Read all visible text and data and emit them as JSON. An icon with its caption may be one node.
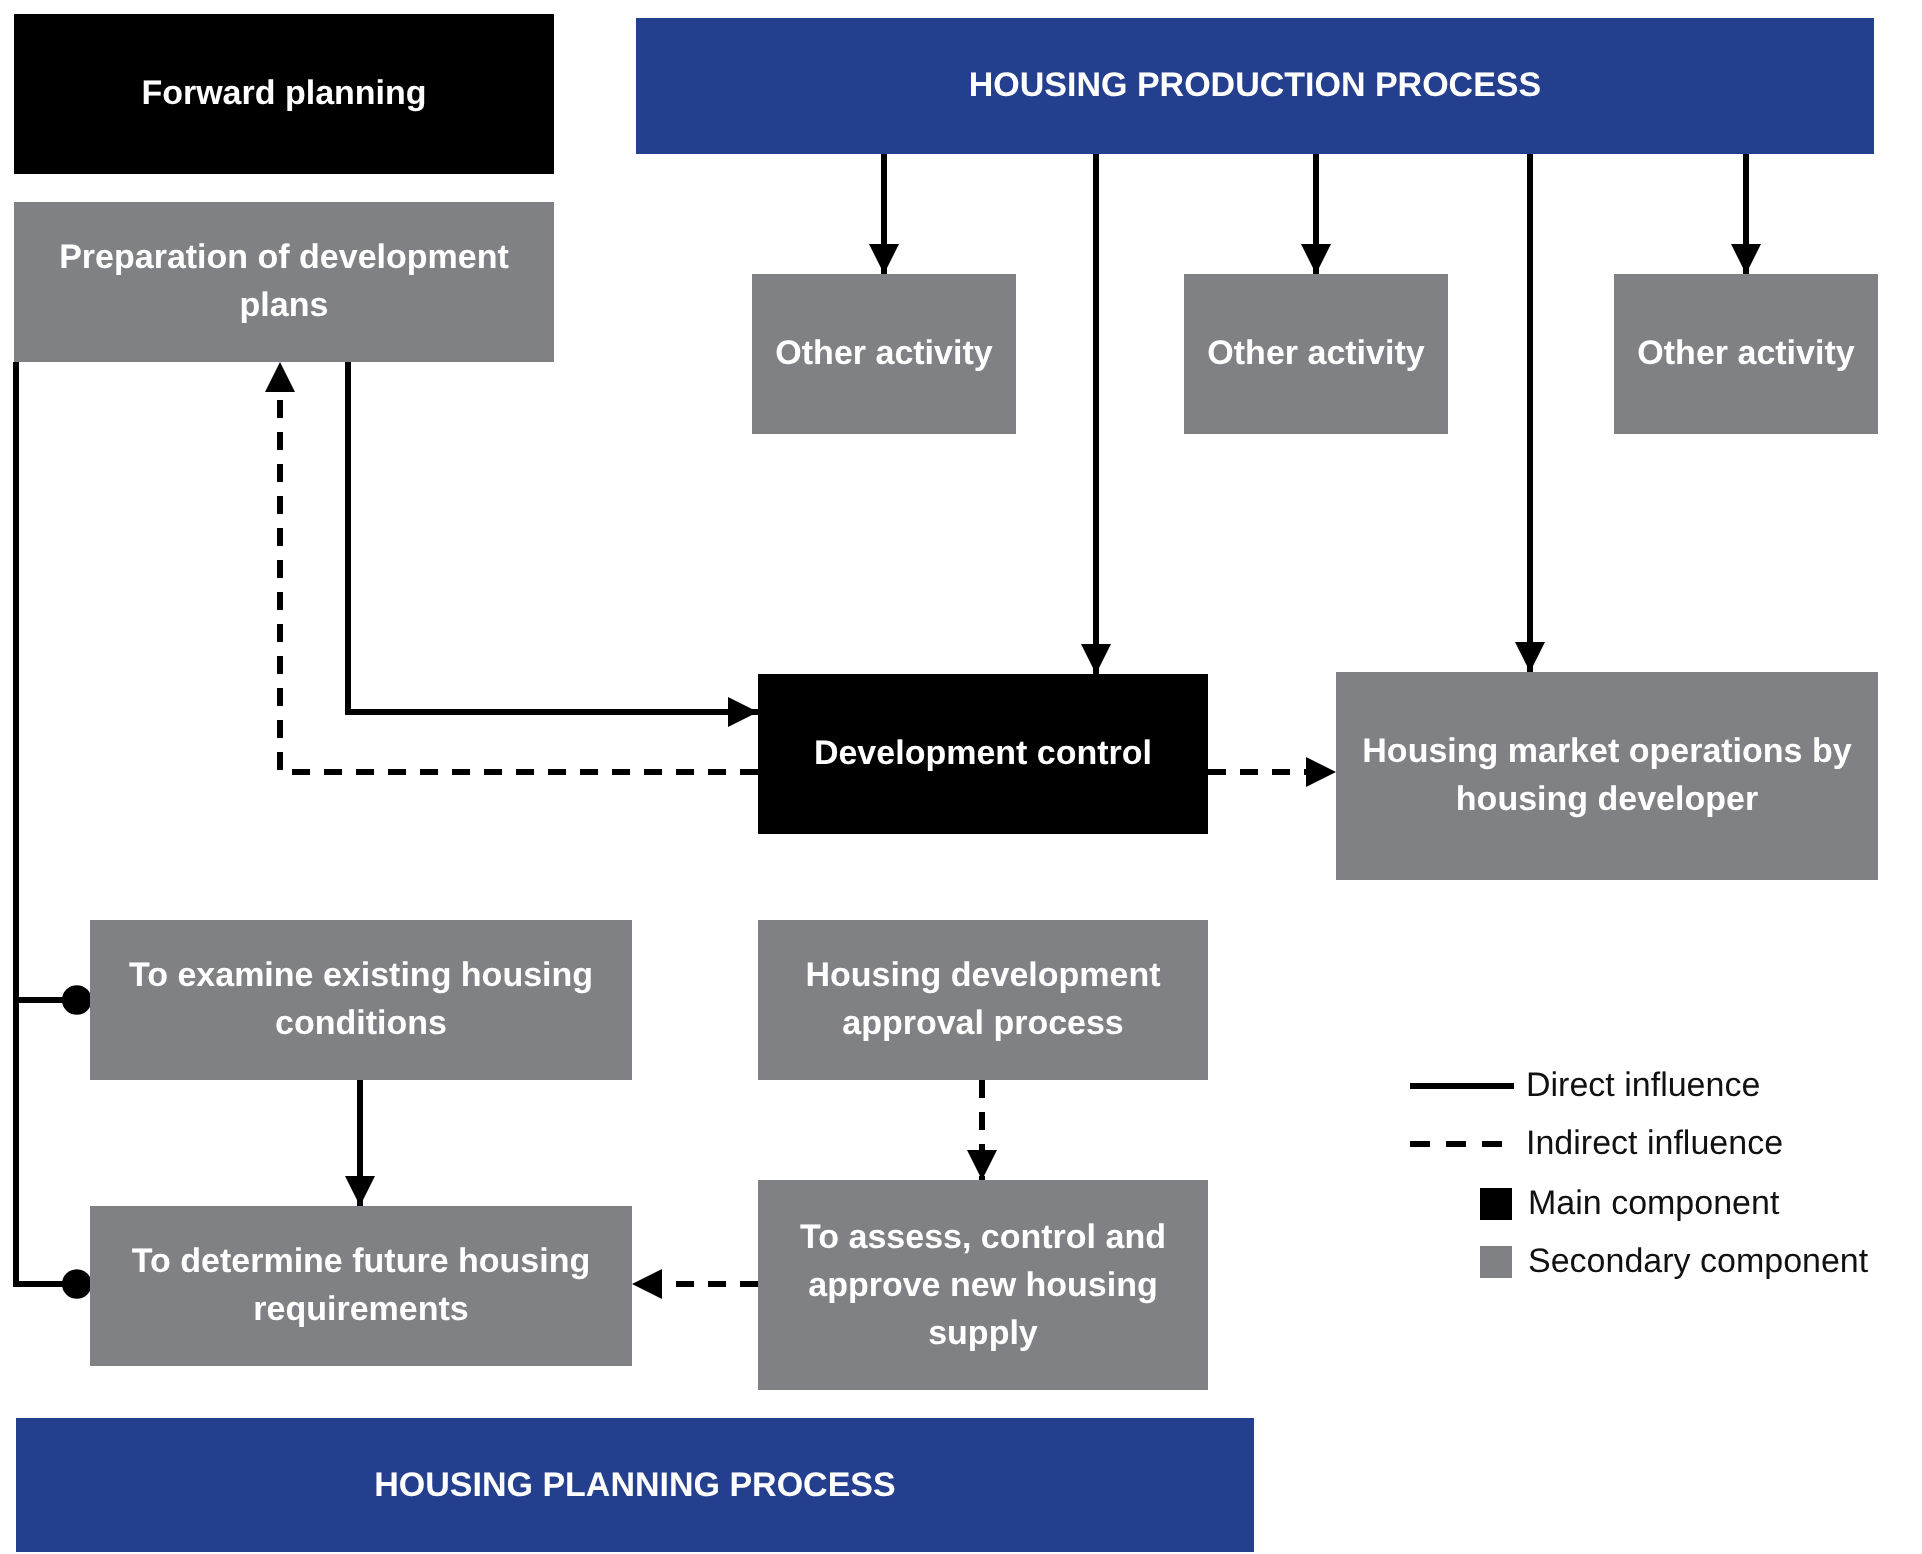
{
  "diagram": {
    "nodes": [
      {
        "text": [
          "Forward planning"
        ]
      },
      {
        "text": [
          "HOUSING PRODUCTION PROCESS"
        ]
      },
      {
        "text": [
          "Preparation of development plans"
        ]
      },
      {
        "text": [
          "Other activity"
        ]
      },
      {
        "text": [
          "Other activity"
        ]
      },
      {
        "text": [
          "Other activity"
        ]
      },
      {
        "text": [
          "Development control"
        ]
      },
      {
        "text": [
          "Housing market operations by housing developer"
        ]
      },
      {
        "text": [
          "To examine existing housing conditions"
        ]
      },
      {
        "text": [
          "Housing development approval process"
        ]
      },
      {
        "text": [
          "To determine future housing requirements"
        ]
      },
      {
        "text": [
          "To assess, control and approve new housing supply"
        ]
      },
      {
        "text": [
          "HOUSING PLANNING PROCESS"
        ]
      }
    ],
    "edges": [
      {
        "from": 1,
        "to": 3,
        "arrow": "to"
      },
      {
        "from": 1,
        "to": 4,
        "arrow": "to"
      },
      {
        "from": 1,
        "to": 5,
        "arrow": "to"
      },
      {
        "from": 1,
        "to": 6,
        "arrow": "to"
      },
      {
        "from": 1,
        "to": 7,
        "arrow": "to"
      },
      {
        "from": 2,
        "to": 6,
        "arrow": "to"
      },
      {
        "from": 6,
        "to": 2,
        "arrow": "to",
        "style": "dashed"
      },
      {
        "from": 6,
        "to": 7,
        "arrow": "to",
        "style": "dashed"
      },
      {
        "from": 8,
        "to": 10,
        "arrow": "to"
      },
      {
        "from": 9,
        "to": 11,
        "arrow": "to",
        "style": "dashed"
      },
      {
        "from": 11,
        "to": 10,
        "arrow": "to",
        "style": "dashed"
      },
      {
        "from": 2,
        "to": 8,
        "arrow": "other"
      },
      {
        "from": 2,
        "to": 10,
        "arrow": "other"
      }
    ],
    "legend": [
      {
        "text": "Direct influence"
      },
      {
        "text": "Indirect influence"
      },
      {
        "text": "Main component",
        "color": "#000000"
      },
      {
        "text": "Secondary component",
        "color": "#808184"
      }
    ]
  }
}
